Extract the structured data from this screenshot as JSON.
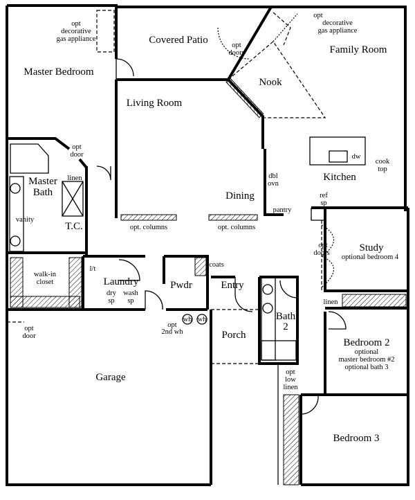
{
  "rooms": {
    "master_bedroom": "Master Bedroom",
    "covered_patio": "Covered Patio",
    "family_room": "Family Room",
    "nook": "Nook",
    "living_room": "Living Room",
    "kitchen": "Kitchen",
    "dining": "Dining",
    "master_bath": [
      "Master",
      "Bath"
    ],
    "tc": "T.C.",
    "study": "Study",
    "study_note": "optional bedroom 4",
    "walk_in_closet": [
      "walk-in",
      "closet"
    ],
    "laundry": "Laundry",
    "pwdr": "Pwdr",
    "entry": "Entry",
    "bath2": [
      "Bath",
      "2"
    ],
    "porch": "Porch",
    "bedroom2": "Bedroom 2",
    "bedroom2_notes": [
      "optional",
      "master bedroom #2",
      "optional bath 3"
    ],
    "garage": "Garage",
    "bedroom3": "Bedroom 3"
  },
  "labels": {
    "gas_appliance_left": [
      "opt",
      "decorative",
      "gas appliance"
    ],
    "gas_appliance_right": [
      "opt",
      "decorative",
      "gas appliance"
    ],
    "opt_doors_nook": [
      "opt",
      "doors"
    ],
    "opt_door_bath": [
      "opt",
      "door"
    ],
    "linen_master": "linen",
    "vanity": "vanity",
    "dbl_ovn": [
      "dbl",
      "ovn"
    ],
    "dw": "dw",
    "cook_top": [
      "cook",
      "top"
    ],
    "ref_sp": [
      "ref",
      "sp"
    ],
    "pantry": "pantry",
    "opt_columns_1": "opt. columns",
    "opt_columns_2": "opt. columns",
    "opt_doors_study": [
      "opt",
      "doors"
    ],
    "lt": "l/t",
    "coats": "coats",
    "dry_sp": [
      "dry",
      "sp"
    ],
    "wash_sp": [
      "wash",
      "sp"
    ],
    "wh1": "wh",
    "wh2": "wh",
    "opt_2nd_wh": [
      "opt",
      "2nd wh"
    ],
    "linen_hall": "linen",
    "opt_door_garage": [
      "opt",
      "door"
    ],
    "opt_low_linen": [
      "opt",
      "low",
      "linen"
    ]
  }
}
